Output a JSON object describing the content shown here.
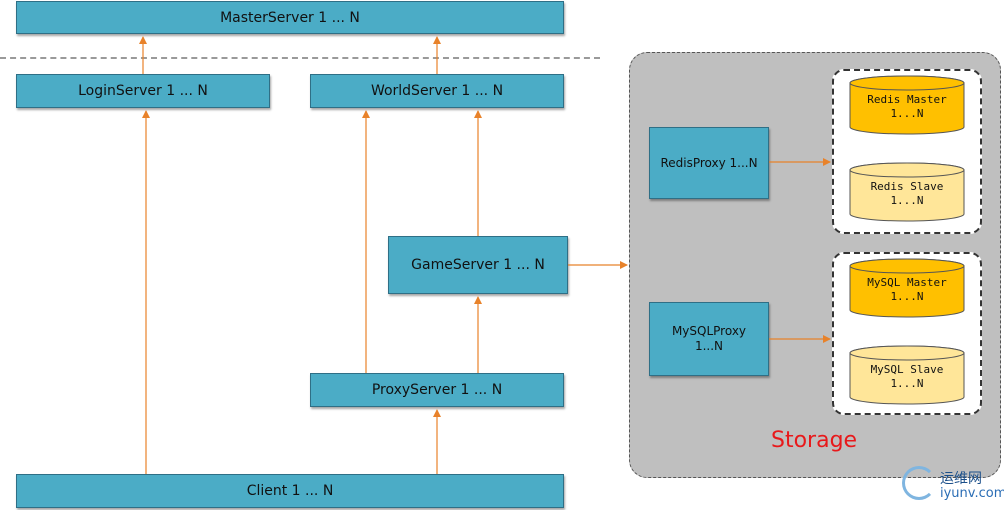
{
  "nodes": {
    "master": "MasterServer 1 ... N",
    "login": "LoginServer 1 ... N",
    "world": "WorldServer 1 ... N",
    "game": "GameServer 1 ... N",
    "proxy": "ProxyServer 1 ... N",
    "client": "Client 1 ... N",
    "redis_proxy": "RedisProxy 1...N",
    "mysql_proxy": "MySQLProxy\n1...N"
  },
  "storage": {
    "label": "Storage",
    "redis_master": "Redis Master\n1...N",
    "redis_slave": "Redis Slave\n1...N",
    "mysql_master": "MySQL Master\n1...N",
    "mysql_slave": "MySQL Slave\n1...N"
  },
  "colors": {
    "node_fill": "#4bacc6",
    "arrow": "#e8822a",
    "master_cylinder": "#ffc000",
    "slave_cylinder": "#ffe699",
    "storage_bg": "#bfbfbf",
    "storage_label": "#e8191b"
  },
  "watermark": {
    "cn": "运维网",
    "en": "iyunv.com"
  }
}
